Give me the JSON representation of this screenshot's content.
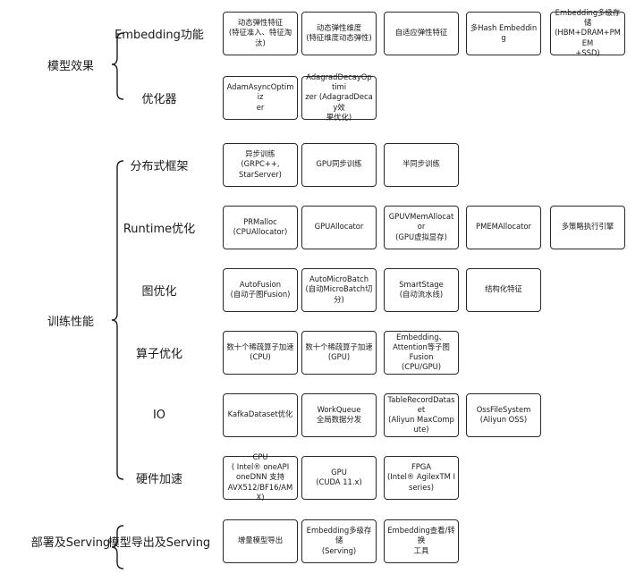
{
  "categories": [
    {
      "label": "模型效果",
      "subs": [
        {
          "label": "Embedding功能",
          "boxes": [
            "动态弹性特征\n(特征准入、特征淘汰)",
            "动态弹性维度\n(特征维度动态弹性)",
            "自适应弹性特征",
            "多Hash Embedding",
            "Embedding多级存储\n(HBM+DRAM+PMEM\n+SSD)"
          ]
        },
        {
          "label": "优化器",
          "boxes": [
            "AdamAsyncOptimiz\ner",
            "AdagradDecayOptimi\nzer (AdagradDecay效\n果优化)"
          ]
        }
      ]
    },
    {
      "label": "训练性能",
      "subs": [
        {
          "label": "分布式框架",
          "boxes": [
            "异步训练\n(GRPC++,\nStarServer)",
            "GPU同步训练",
            "半同步训练"
          ]
        },
        {
          "label": "Runtime优化",
          "boxes": [
            "PRMalloc\n(CPUAllocator)",
            "GPUAllocator",
            "GPUVMemAllocator\n(GPU虚拟显存)",
            "PMEMAllocator",
            "多策略执行引擎"
          ]
        },
        {
          "label": "图优化",
          "boxes": [
            "AutoFusion\n(自动子图Fusion)",
            "AutoMicroBatch\n(自动MicroBatch切分)",
            "SmartStage\n(自动流水线)",
            "结构化特征"
          ]
        },
        {
          "label": "算子优化",
          "boxes": [
            "数十个稀疏算子加速\n(CPU)",
            "数十个稀疏算子加速\n(GPU)",
            "Embedding、\nAttention等子图\nFusion\n(CPU/GPU)"
          ]
        },
        {
          "label": "IO",
          "boxes": [
            "KafkaDataset优化",
            "WorkQueue\n全局数据分发",
            "TableRecordDataset\n(Aliyun MaxCompute)",
            "OssFileSystem\n(Aliyun OSS)"
          ]
        },
        {
          "label": "硬件加速",
          "boxes": [
            "CPU\n( Intel® oneAPI\noneDNN 支持\nAVX512/BF16/AMX)",
            "GPU\n(CUDA 11.x)",
            "FPGA\n(Intel® AgilexTM I\nseries)"
          ]
        }
      ]
    },
    {
      "label": "部署及Serving",
      "subs": [
        {
          "label": "模型导出及Serving",
          "boxes": [
            "增量模型导出",
            "Embedding多级存储\n(Serving)",
            "Embedding查看/转换\n工具"
          ]
        }
      ]
    }
  ]
}
